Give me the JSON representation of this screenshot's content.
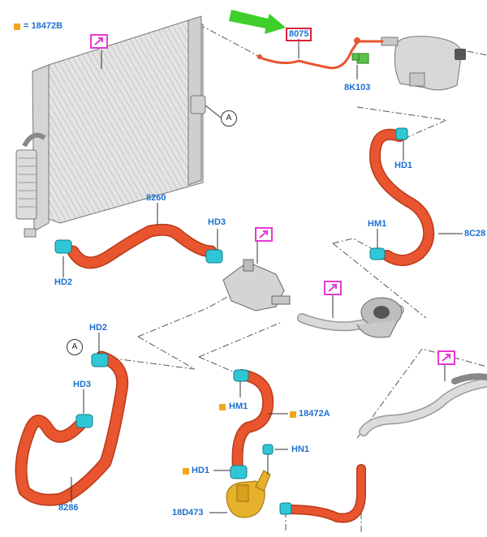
{
  "legend": {
    "swatch_color": "#f3a81b",
    "text": "= 18472B"
  },
  "circle_refs": [
    "A",
    "A"
  ],
  "labels": {
    "p8075": "8075",
    "p8K103": "8K103",
    "p8260": "8260",
    "hd3_top": "HD3",
    "hd2_top": "HD2",
    "hd1_right": "HD1",
    "hm1_right": "HM1",
    "p8C28": "8C28",
    "hd2_left": "HD2",
    "hd3_left": "HD3",
    "p8286": "8286",
    "hm1_mid": "HM1",
    "p18472A": "18472A",
    "hn1": "HN1",
    "hd1_mid": "HD1",
    "p18D473": "18D473"
  },
  "colors": {
    "hose": "#e8552e",
    "hose_dark": "#b83a1a",
    "clamp": "#2fc7d6",
    "callout": "#e53ad3",
    "label": "#1c6fd1",
    "highlight": "#d9203a",
    "arrow": "#3ecf2a",
    "pump": "#e6b12a"
  }
}
